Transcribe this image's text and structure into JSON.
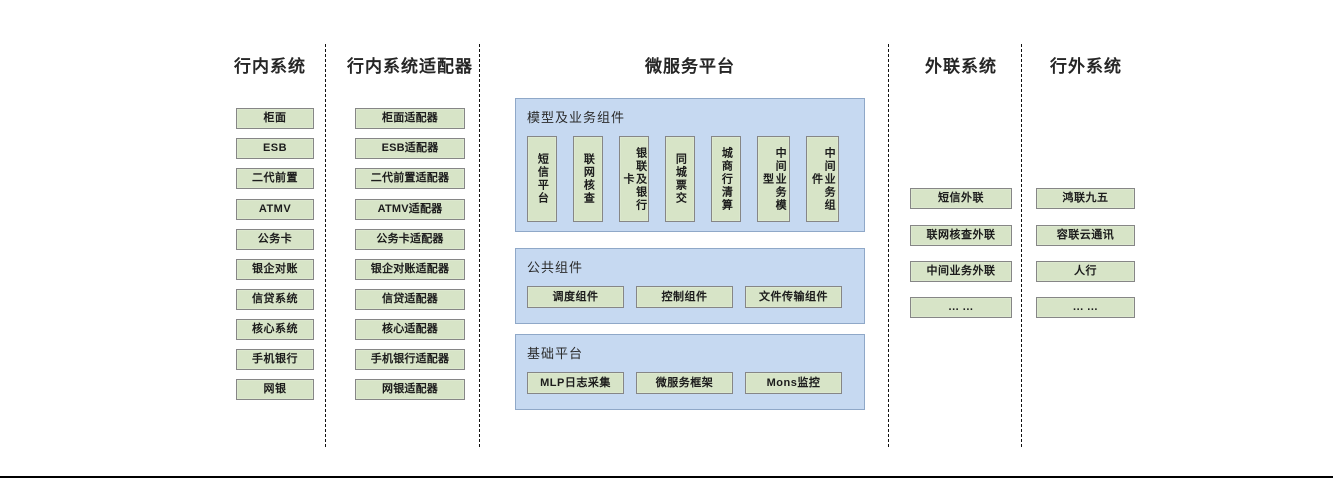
{
  "columns": {
    "internal_systems": {
      "title": "行内系统",
      "items": [
        "柜面",
        "ESB",
        "二代前置",
        "ATMV",
        "公务卡",
        "银企对账",
        "信贷系统",
        "核心系统",
        "手机银行",
        "网银"
      ]
    },
    "internal_adapters": {
      "title": "行内系统适配器",
      "items": [
        "柜面适配器",
        "ESB适配器",
        "二代前置适配器",
        "ATMV适配器",
        "公务卡适配器",
        "银企对账适配器",
        "信贷适配器",
        "核心适配器",
        "手机银行适配器",
        "网银适配器"
      ]
    },
    "microservice_platform": {
      "title": "微服务平台",
      "panels": [
        {
          "name": "模型及业务组件",
          "orientation": "vertical",
          "items": [
            "短信平台",
            "联网核查",
            "银联及银行卡",
            "同城票交",
            "城商行清算",
            "中间业务模型",
            "中间业务组件"
          ]
        },
        {
          "name": "公共组件",
          "orientation": "horizontal",
          "items": [
            "调度组件",
            "控制组件",
            "文件传输组件"
          ]
        },
        {
          "name": "基础平台",
          "orientation": "horizontal",
          "items": [
            "MLP日志采集",
            "微服务框架",
            "Mons监控"
          ]
        }
      ]
    },
    "external_link_systems": {
      "title": "外联系统",
      "items": [
        "短信外联",
        "联网核查外联",
        "中间业务外联",
        "... ..."
      ]
    },
    "outside_bank_systems": {
      "title": "行外系统",
      "items": [
        "鸿联九五",
        "容联云通讯",
        "人行",
        "... ..."
      ]
    }
  },
  "colors": {
    "node_fill": "#d7e4c7",
    "node_border": "#868686",
    "panel_fill": "#c6d9f1",
    "panel_border": "#8fa8c8",
    "divider": "#111111",
    "text": "#1c1c1c"
  }
}
